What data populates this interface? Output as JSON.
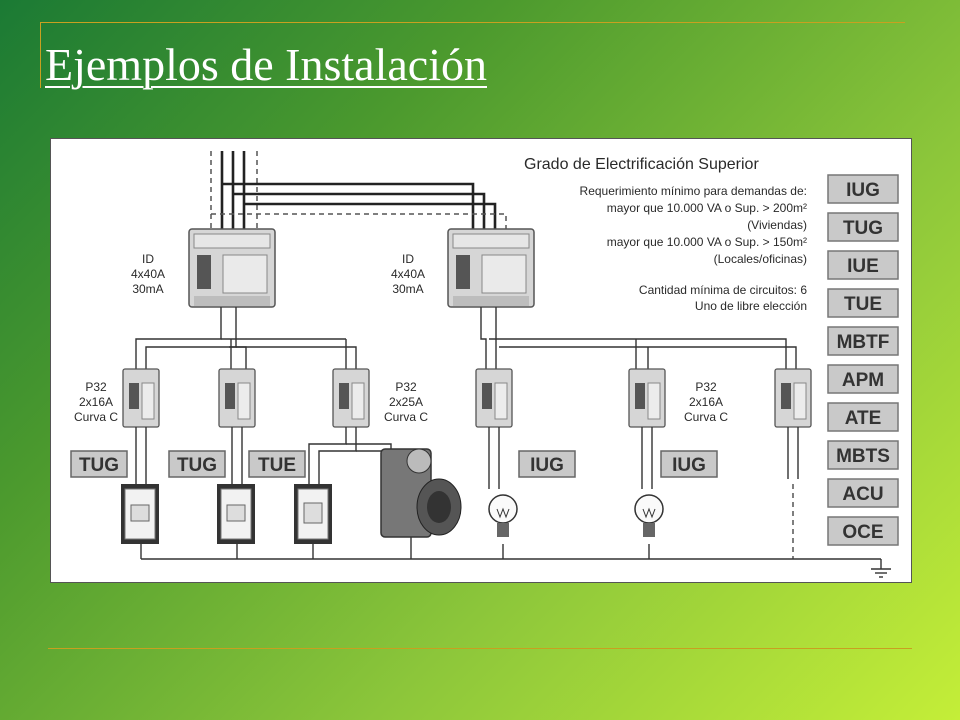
{
  "slide": {
    "title": "Ejemplos de Instalación"
  },
  "diagram": {
    "heading": "Grado de Electrificación Superior",
    "requirement_lines": [
      "Requerimiento mínimo para demandas de:",
      "mayor que 10.000 VA o Sup. > 200m²",
      "(Viviendas)",
      "mayor que 10.000 VA o Sup. > 150m²",
      "(Locales/oficinas)"
    ],
    "circuit_lines": [
      "Cantidad mínima de circuitos: 6",
      "Uno de libre elección"
    ],
    "id_left": [
      "ID",
      "4x40A",
      "30mA"
    ],
    "id_right": [
      "ID",
      "4x40A",
      "30mA"
    ],
    "breaker_a": [
      "P32",
      "2x16A",
      "Curva C"
    ],
    "breaker_b": [
      "P32",
      "2x25A",
      "Curva C"
    ],
    "breaker_c": [
      "P32",
      "2x16A",
      "Curva C"
    ],
    "circuit_badges": [
      "TUG",
      "TUG",
      "TUE",
      "IUG",
      "IUG"
    ],
    "legend": [
      "IUG",
      "TUG",
      "IUE",
      "TUE",
      "MBTF",
      "APM",
      "ATE",
      "MBTS",
      "ACU",
      "OCE"
    ]
  }
}
